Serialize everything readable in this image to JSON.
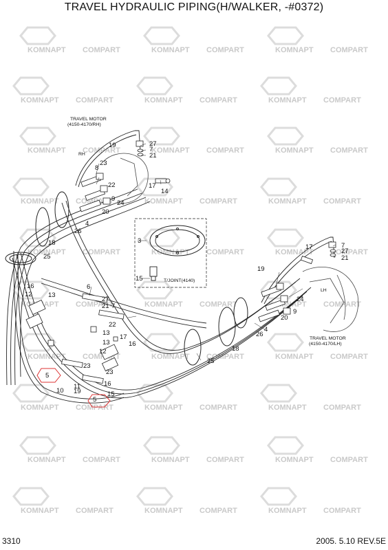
{
  "title": "TRAVEL HYDRAULIC PIPING(H/WALKER, -#0372)",
  "page_number": "3310",
  "footer_date": "2005. 5.10  REV.5E",
  "watermark": {
    "left": "KOMNAPT",
    "right": "COMPART",
    "color": "#c9c9c9"
  },
  "annotations": {
    "travel_motor_rh": "TRAVEL MOTOR",
    "travel_motor_rh_code": "(4150-4170/RH)",
    "rh": "RH",
    "travel_motor_lh": "TRAVEL MOTOR",
    "travel_motor_lh_code": "(4150-4170/LH)",
    "lh": "LH",
    "tjoint": "T/JOINT(4140)"
  },
  "labels": [
    "19",
    "27",
    "7",
    "21",
    "23",
    "8",
    "17",
    "14",
    "22",
    "24",
    "20",
    "9",
    "4",
    "26",
    "3",
    "18",
    "25",
    "15",
    "17",
    "7",
    "27",
    "19",
    "21",
    "6",
    "16",
    "12",
    "13",
    "27",
    "21",
    "7",
    "22",
    "13",
    "17",
    "23",
    "16",
    "13",
    "12",
    "26",
    "24",
    "9",
    "20",
    "4",
    "25",
    "18",
    "5",
    "19",
    "11",
    "10",
    "5",
    "16",
    "15",
    "23"
  ]
}
